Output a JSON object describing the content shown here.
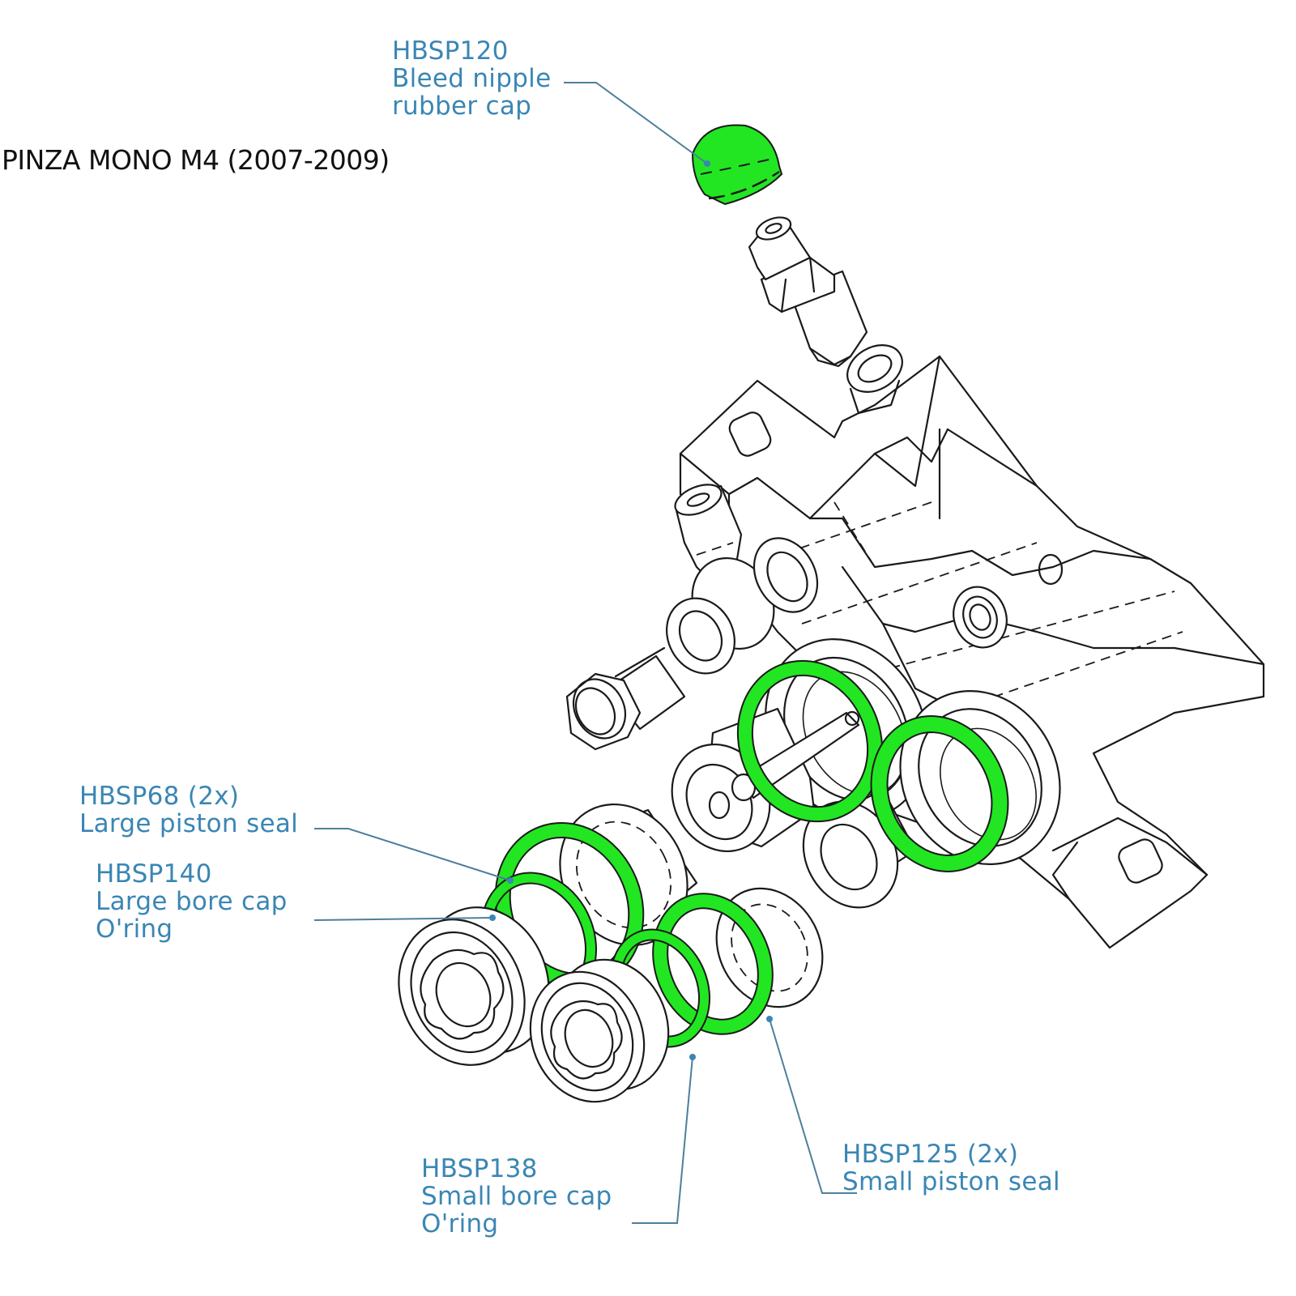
{
  "title": "PINZA MONO M4 (2007-2009)",
  "colors": {
    "highlight": "#22e622",
    "label": "#3a86b4",
    "leader": "#4d7f9c",
    "line": "#1a1a1a"
  },
  "parts": [
    {
      "code": "HBSP120",
      "lines": [
        "Bleed nipple",
        "rubber cap"
      ]
    },
    {
      "code": "HBSP68 (2x)",
      "lines": [
        "Large piston seal"
      ]
    },
    {
      "code": "HBSP140",
      "lines": [
        "Large bore cap",
        "O'ring"
      ]
    },
    {
      "code": "HBSP138",
      "lines": [
        "Small bore cap",
        "O'ring"
      ]
    },
    {
      "code": "HBSP125 (2x)",
      "lines": [
        "Small piston seal"
      ]
    }
  ]
}
